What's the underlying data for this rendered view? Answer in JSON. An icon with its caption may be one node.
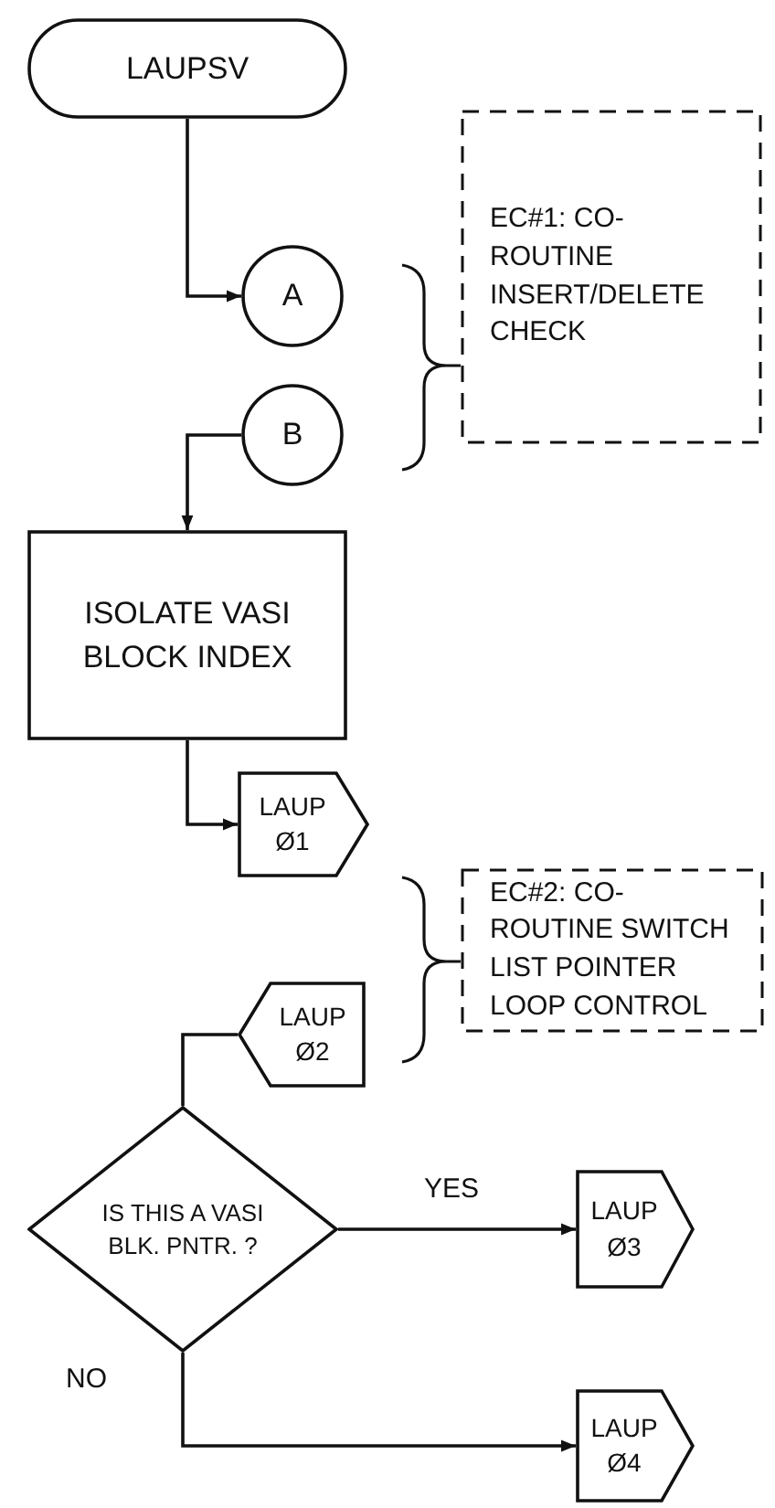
{
  "diagram": {
    "nodes": [
      {
        "text": [
          "LAUPSV"
        ]
      },
      {
        "text": [
          "A"
        ]
      },
      {
        "text": [
          "B"
        ]
      },
      {
        "text": [
          "ISOLATE VASI BLOCK INDEX"
        ]
      },
      {
        "text": [
          "LAUP Ø1"
        ]
      },
      {
        "text": [
          "LAUP Ø2"
        ]
      },
      {
        "text": [
          "IS THIS A VASI BLK. PNTR. ?"
        ]
      },
      {
        "text": [
          "LAUP Ø3"
        ]
      },
      {
        "text": [
          "LAUP Ø4"
        ]
      },
      {
        "text": [
          "EC#1: CO-ROUTINE INSERT/DELETE CHECK"
        ]
      },
      {
        "text": [
          "EC#2: CO-ROUTINE SWITCH LIST POINTER LOOP CONTROL"
        ]
      }
    ],
    "edges": [
      {
        "from": 0,
        "to": 1,
        "arrow": "to"
      },
      {
        "from": 2,
        "to": 3,
        "arrow": "to"
      },
      {
        "from": 3,
        "to": 4,
        "arrow": "to"
      },
      {
        "from": 5,
        "to": 6,
        "arrow": "none"
      },
      {
        "from": 6,
        "to": 7,
        "arrow": "to",
        "label": "YES"
      },
      {
        "from": 6,
        "to": 8,
        "arrow": "to",
        "label": "NO"
      }
    ]
  }
}
